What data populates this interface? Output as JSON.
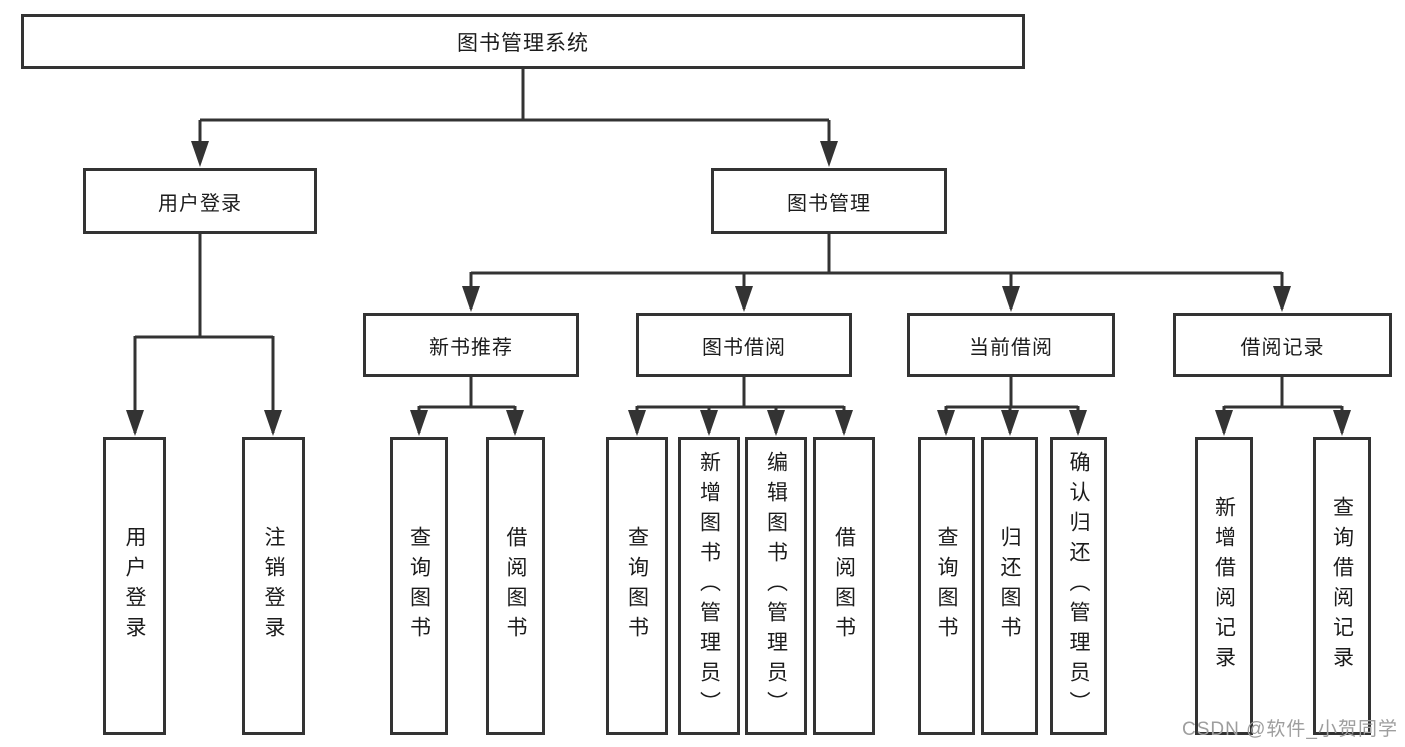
{
  "tree": {
    "root": {
      "label": "图书管理系统"
    },
    "branches": [
      {
        "label": "用户登录",
        "children": [
          {
            "label": "用户登录"
          },
          {
            "label": "注销登录"
          }
        ]
      },
      {
        "label": "图书管理",
        "groups": [
          {
            "label": "新书推荐",
            "children": [
              {
                "label": "查询图书"
              },
              {
                "label": "借阅图书"
              }
            ]
          },
          {
            "label": "图书借阅",
            "children": [
              {
                "label": "查询图书"
              },
              {
                "label": "新增图书（管理员）"
              },
              {
                "label": "编辑图书（管理员）"
              },
              {
                "label": "借阅图书"
              }
            ]
          },
          {
            "label": "当前借阅",
            "children": [
              {
                "label": "查询图书"
              },
              {
                "label": "归还图书"
              },
              {
                "label": "确认归还（管理员）"
              }
            ]
          },
          {
            "label": "借阅记录",
            "children": [
              {
                "label": "新增借阅记录"
              },
              {
                "label": "查询借阅记录"
              }
            ]
          }
        ]
      }
    ]
  },
  "watermark": "CSDN @软件_小贺同学",
  "colors": {
    "line": "#333333",
    "box_border": "#333333",
    "text": "#1c1c1c",
    "background": "#ffffff",
    "watermark": "#9e9e9e"
  }
}
